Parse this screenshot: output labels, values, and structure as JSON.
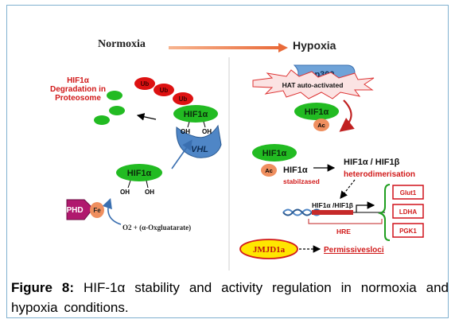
{
  "header": {
    "normoxia": "Normoxia",
    "hypoxia": "Hypoxia"
  },
  "normoxia": {
    "degradation_title": "HIF1α",
    "degradation_line1": "Degradation in",
    "degradation_line2": "Proteosome",
    "ub": "Ub",
    "hif_top": "HIF1α",
    "oh": "OH",
    "vhl": "VHL",
    "hif_bottom": "HIF1α",
    "phd": "PHD",
    "fe": "Fe",
    "cofactor": "O2 + (α-Oxgluatarate)"
  },
  "hypoxia": {
    "p300": "p300",
    "hat": "HAT auto-activated",
    "hif_top": "HIF1α",
    "ac": "Ac",
    "hif_mid": "HIF1α",
    "hif_label": "HIF1α",
    "stabilized": "stabilzased",
    "dimer": "HIF1α / HIF1β",
    "heterodimerisation": "heterodimerisation",
    "dna_complex": "HIF1α /HIF1β",
    "hre": "HRE",
    "genes": [
      "Glut1",
      "LDHA",
      "PGK1"
    ],
    "jmjd": "JMJD1a",
    "loci": "Permissivesloci"
  },
  "caption": {
    "label": "Figure 8:",
    "text": "HIF-1α stability and activity regulation in normoxia and hypoxia conditions."
  },
  "colors": {
    "hif_green": "#22bb22",
    "ub_red": "#dd1111",
    "vhl_blue": "#4f86c6",
    "phd_magenta": "#b0196e",
    "ac_orange": "#ef8f5f",
    "p300_blue": "#6fa3d8",
    "text_red": "#d11a1a",
    "gene_box": "#d0101a",
    "jmjd_yellow": "#ffe600"
  }
}
